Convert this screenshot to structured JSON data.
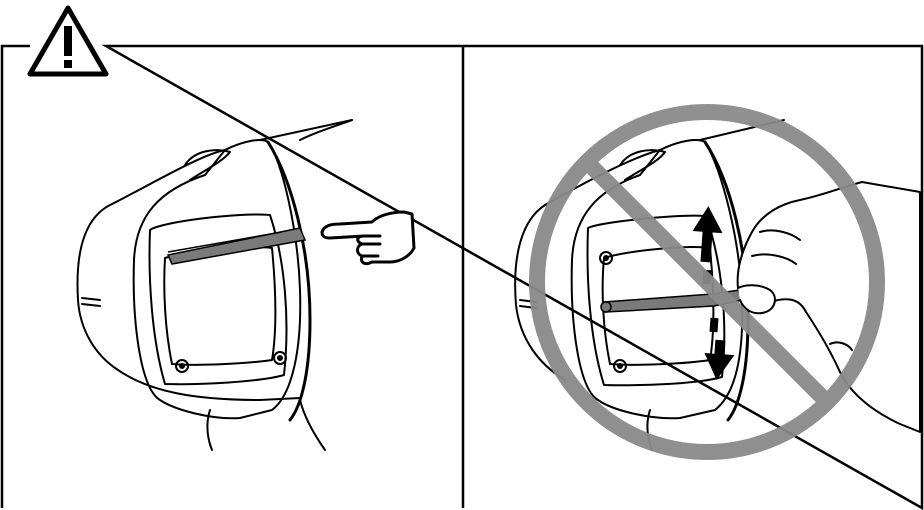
{
  "figure": {
    "warning_icon": "warning-triangle-icon",
    "panels": [
      {
        "id": "correct",
        "subject": "device-head-with-wiper-blade",
        "indicator": "pointing-hand-icon"
      },
      {
        "id": "prohibited",
        "subject": "hand-moving-wiper-blade",
        "indicator": "prohibited-circle-icon",
        "motion": "up-down-arrows"
      }
    ]
  },
  "colors": {
    "line": "#000000",
    "background": "#ffffff",
    "prohibit": "#8a8a8a",
    "wiper": "#7a7a7a"
  }
}
